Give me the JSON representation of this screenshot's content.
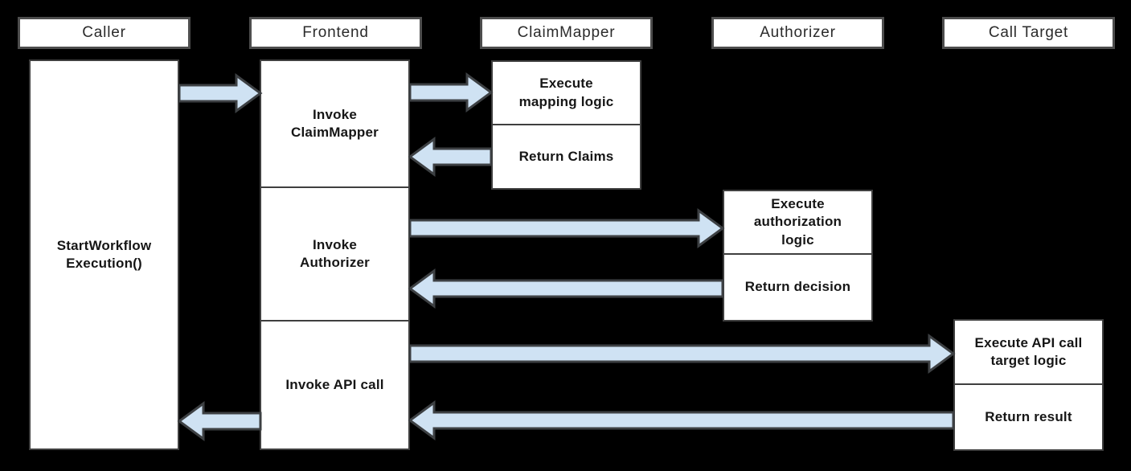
{
  "diagram": {
    "type": "sequence-diagram",
    "colors": {
      "background": "#000000",
      "box_fill": "#ffffff",
      "header_border": "#4d4d4d",
      "box_border": "#3f3f3f",
      "arrow_fill": "#cfe2f3",
      "arrow_outline": "#3d4043",
      "text": "#161616"
    },
    "lanes": [
      {
        "label": "Caller",
        "boxes": [
          {
            "label": "StartWorkflowExecution()",
            "lines": [
              "StartWorkflow",
              "Execution()"
            ]
          }
        ]
      },
      {
        "label": "Frontend",
        "boxes": [
          {
            "label": "Invoke ClaimMapper",
            "lines": [
              "Invoke",
              "ClaimMapper"
            ]
          },
          {
            "label": "Invoke Authorizer",
            "lines": [
              "Invoke",
              "Authorizer"
            ]
          },
          {
            "label": "Invoke API call",
            "lines": [
              "Invoke API call"
            ]
          }
        ]
      },
      {
        "label": "ClaimMapper",
        "boxes": [
          {
            "label": "Execute mapping logic",
            "lines": [
              "Execute",
              "mapping logic"
            ]
          },
          {
            "label": "Return Claims",
            "lines": [
              "Return Claims"
            ]
          }
        ]
      },
      {
        "label": "Authorizer",
        "boxes": [
          {
            "label": "Execute authorization logic",
            "lines": [
              "Execute",
              "authorization",
              "logic"
            ]
          },
          {
            "label": "Return decision",
            "lines": [
              "Return decision"
            ]
          }
        ]
      },
      {
        "label": "Call Target",
        "boxes": [
          {
            "label": "Execute API call target logic",
            "lines": [
              "Execute API call",
              "target logic"
            ]
          },
          {
            "label": "Return result",
            "lines": [
              "Return result"
            ]
          }
        ]
      }
    ],
    "arrows": [
      {
        "from": "Caller / StartWorkflowExecution()",
        "to": "Frontend / Invoke ClaimMapper",
        "direction": "right"
      },
      {
        "from": "Frontend / Invoke ClaimMapper",
        "to": "ClaimMapper / Execute mapping logic",
        "direction": "right"
      },
      {
        "from": "ClaimMapper / Return Claims",
        "to": "Frontend / Invoke ClaimMapper",
        "direction": "left"
      },
      {
        "from": "Frontend / Invoke Authorizer",
        "to": "Authorizer / Execute authorization logic",
        "direction": "right"
      },
      {
        "from": "Authorizer / Return decision",
        "to": "Frontend / Invoke Authorizer",
        "direction": "left"
      },
      {
        "from": "Frontend / Invoke API call",
        "to": "Call Target / Execute API call target logic",
        "direction": "right"
      },
      {
        "from": "Call Target / Return result",
        "to": "Frontend / Invoke API call",
        "direction": "left"
      },
      {
        "from": "Frontend / Invoke API call",
        "to": "Caller / StartWorkflowExecution()",
        "direction": "left"
      }
    ]
  }
}
